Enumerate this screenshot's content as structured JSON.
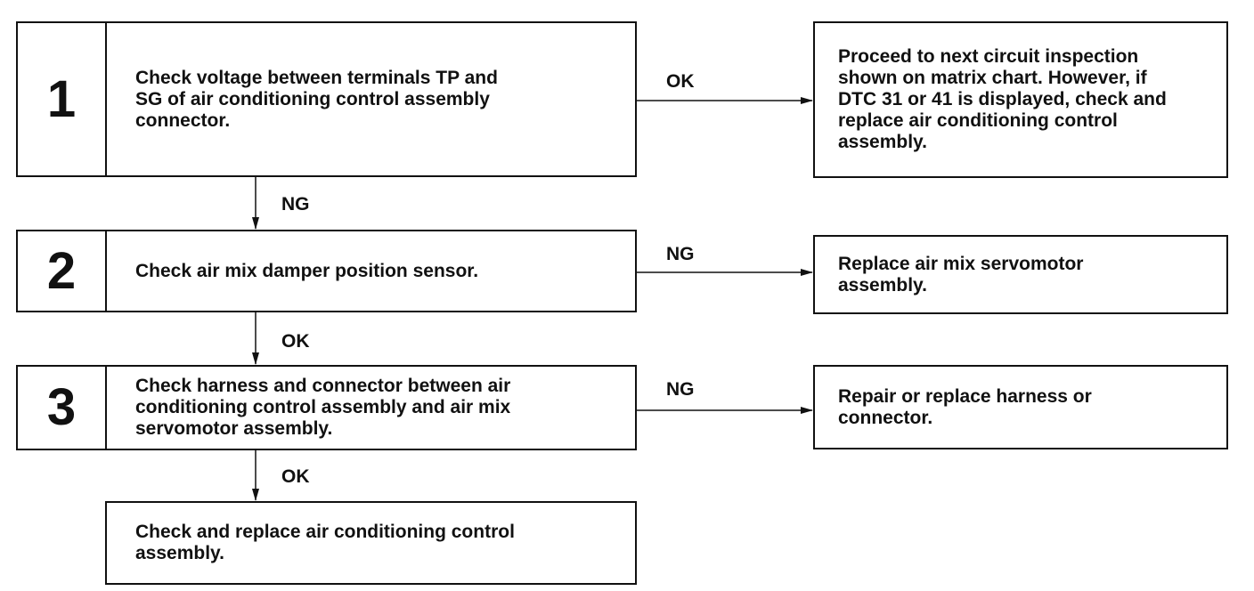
{
  "steps": [
    {
      "number": "1",
      "text": "Check voltage between terminals TP and\nSG of air conditioning control assembly\nconnector."
    },
    {
      "number": "2",
      "text": "Check air mix damper position sensor."
    },
    {
      "number": "3",
      "text": "Check harness and connector between air\nconditioning control assembly and air mix\nservomotor assembly."
    }
  ],
  "final": {
    "text": "Check and replace air conditioning control\nassembly."
  },
  "results": [
    {
      "condition": "OK",
      "text": "Proceed to next circuit inspection\nshown on matrix chart. However, if\nDTC 31 or 41 is displayed, check and\nreplace air conditioning control\nassembly."
    },
    {
      "condition": "NG",
      "text": "Replace air mix servomotor\nassembly."
    },
    {
      "condition": "NG",
      "text": "Repair or replace harness or\nconnector."
    }
  ],
  "down_labels": [
    "NG",
    "OK",
    "OK"
  ]
}
